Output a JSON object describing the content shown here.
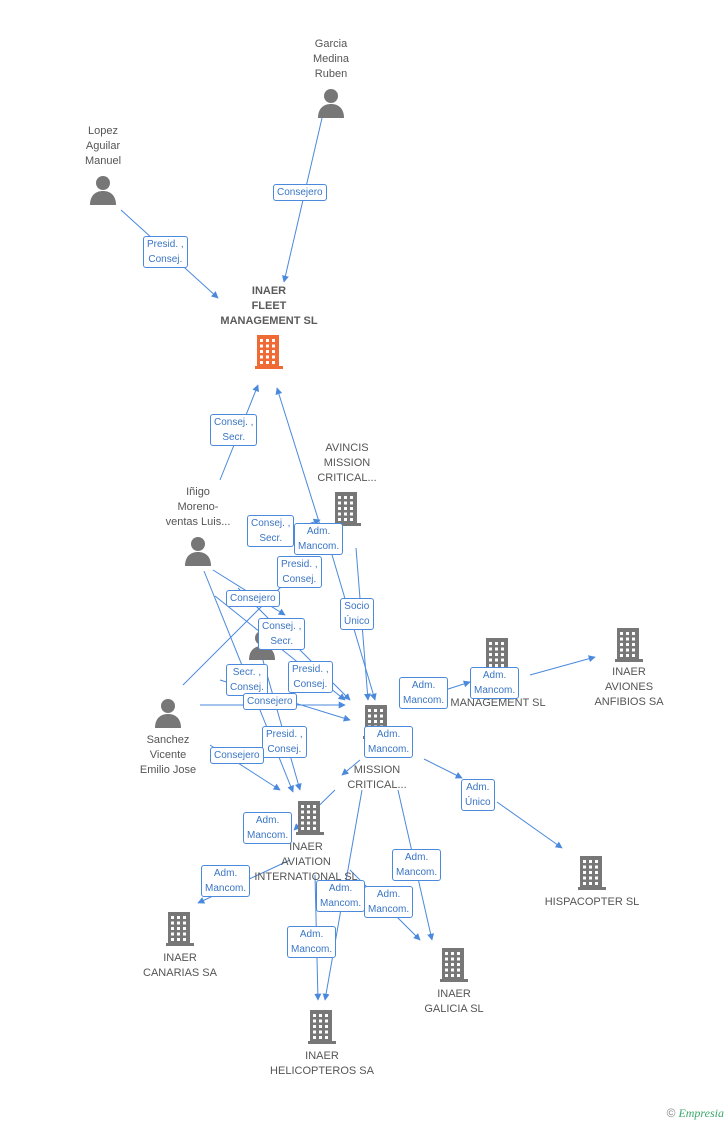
{
  "colors": {
    "edge": "#4a89dc",
    "role_text": "#3a75c4",
    "node_grey": "#777777",
    "focus_orange": "#f06a35",
    "brand_green": "#3aa86a"
  },
  "nodes": [
    {
      "id": "garcia",
      "kind": "person",
      "label": "Garcia\nMedina\nRuben",
      "icon": "person-icon"
    },
    {
      "id": "lopez",
      "kind": "person",
      "label": "Lopez\nAguilar\nManuel",
      "icon": "person-icon"
    },
    {
      "id": "fleet",
      "kind": "company-focus",
      "label": "INAER\nFLEET\nMANAGEMENT SL",
      "icon": "building-icon"
    },
    {
      "id": "avincis1",
      "kind": "company",
      "label": "AVINCIS\nMISSION\nCRITICAL...",
      "icon": "building-icon"
    },
    {
      "id": "inigo",
      "kind": "person",
      "label": "Iñigo\nMoreno-\nventas Luis...",
      "icon": "person-icon"
    },
    {
      "id": "hidden1",
      "kind": "person",
      "label": "",
      "icon": "person-icon"
    },
    {
      "id": "mgmt",
      "kind": "company",
      "label": "INAER\nMANAGEMENT SL",
      "icon": "building-icon"
    },
    {
      "id": "anfibios",
      "kind": "company",
      "label": "INAER\nAVIONES\nANFIBIOS SA",
      "icon": "building-icon"
    },
    {
      "id": "sanchez",
      "kind": "person",
      "label": "Sanchez\nVicente\nEmilio Jose",
      "icon": "person-icon"
    },
    {
      "id": "avincis2",
      "kind": "company",
      "label": "A...\nMISSION\nCRITICAL...",
      "icon": "building-icon"
    },
    {
      "id": "aviation",
      "kind": "company",
      "label": "INAER\nAVIATION\nINTERNATIONAL SL",
      "icon": "building-icon"
    },
    {
      "id": "hispacopter",
      "kind": "company",
      "label": "HISPACOPTER SL",
      "icon": "building-icon"
    },
    {
      "id": "canarias",
      "kind": "company",
      "label": "INAER\nCANARIAS SA",
      "icon": "building-icon"
    },
    {
      "id": "galicia",
      "kind": "company",
      "label": "INAER\nGALICIA SL",
      "icon": "building-icon"
    },
    {
      "id": "helicopteros",
      "kind": "company",
      "label": "INAER\nHELICOPTEROS SA",
      "icon": "building-icon"
    }
  ],
  "roles": [
    "Consejero",
    "Presid. ,\nConsej.",
    "Consej. ,\nSecr.",
    "Consej. ,\nSecr.",
    "Adm.\nMancom.",
    "Presid. ,\nConsej.",
    "Consejero",
    "Socio\nÚnico",
    "Consej. ,\nSecr.",
    "Secr. ,\nConsej.",
    "Presid. ,\nConsej.",
    "Consejero",
    "Adm.\nMancom.",
    "Adm.\nMancom.",
    "Presid. ,\nConsej.",
    "Adm.\nMancom.",
    "Consejero",
    "Adm.\nÚnico",
    "Adm.\nMancom.",
    "Adm.\nMancom.",
    "Adm.\nMancom.",
    "Adm.\nMancom.",
    "Adm.\nMancom.",
    "Adm.\nMancom."
  ],
  "footer": {
    "copyright": "©",
    "brand": "Empresia"
  }
}
